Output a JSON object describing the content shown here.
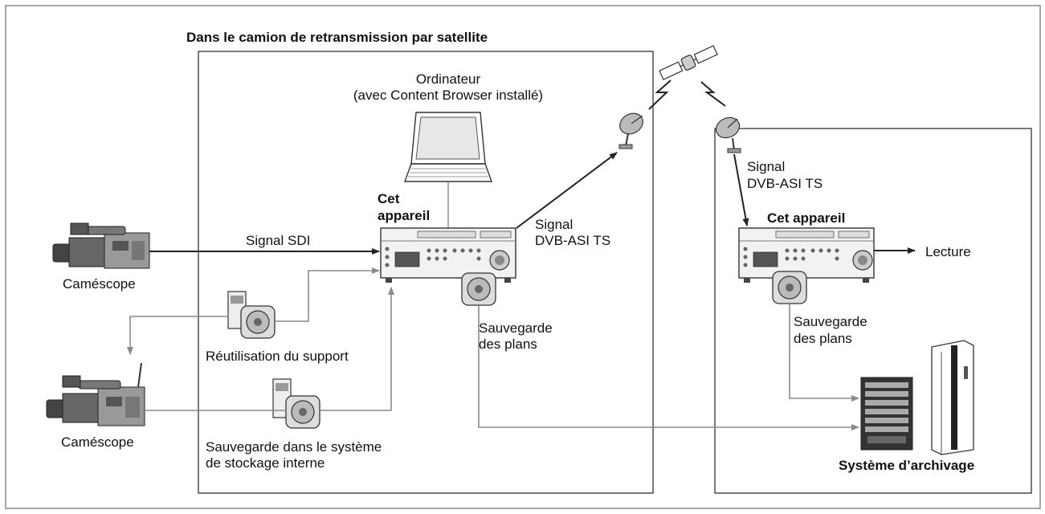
{
  "truck_title": "Dans le camion de retransmission par satellite",
  "computer_label_line1": "Ordinateur",
  "computer_label_line2": "(avec Content Browser installé)",
  "device_label_left_line1": "Cet",
  "device_label_left_line2": "appareil",
  "device_label_right": "Cet appareil",
  "signal_sdi": "Signal SDI",
  "signal_dvb_left_line1": "Signal",
  "signal_dvb_left_line2": "DVB-ASI TS",
  "signal_dvb_right_line1": "Signal",
  "signal_dvb_right_line2": "DVB-ASI TS",
  "camcorder_top_label": "Caméscope",
  "camcorder_bottom_label": "Caméscope",
  "media_reuse_label": "Réutilisation du support",
  "internal_storage_line1": "Sauvegarde dans le système",
  "internal_storage_line2": "de stockage interne",
  "backup_left_line1": "Sauvegarde",
  "backup_left_line2": "des plans",
  "backup_right_line1": "Sauvegarde",
  "backup_right_line2": "des plans",
  "playback_label": "Lecture",
  "archive_label": "Système d’archivage"
}
